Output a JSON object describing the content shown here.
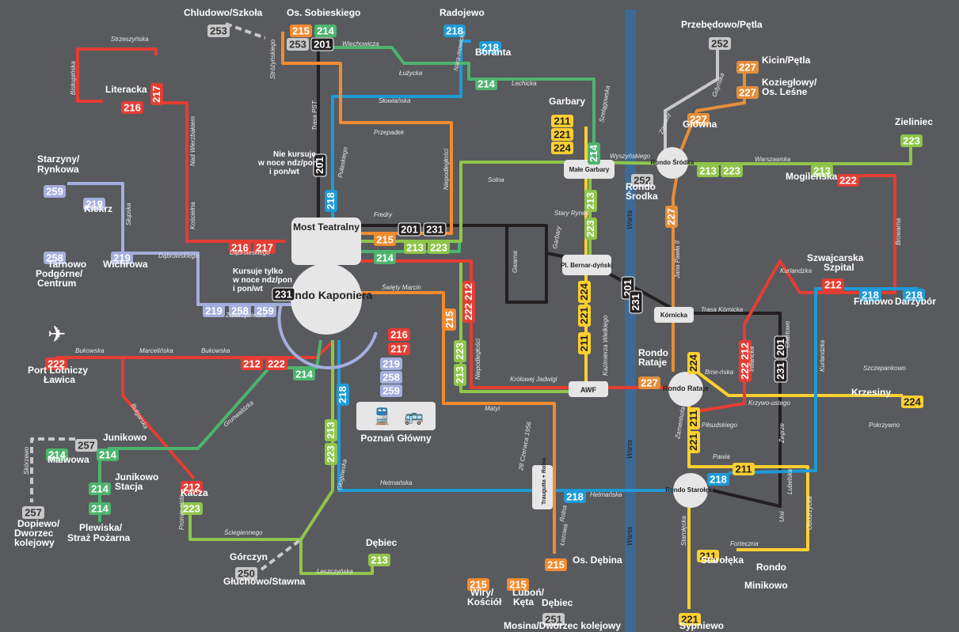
{
  "colors": {
    "bg": "#585a5e",
    "c201": "#231f20",
    "c211": "#ffd02f",
    "c212": "#e53d33",
    "c213": "#8fc54a",
    "c214": "#4db46e",
    "c215": "#f28b30",
    "c216": "#e53d33",
    "c218": "#1f9ad6",
    "c219": "#a4aede",
    "c223": "#8fc54a",
    "c224": "#ffd02f",
    "c227": "#e58e3a",
    "c250": "#c8c8c8",
    "c231": "#231f20",
    "river": "#3d6a95"
  },
  "rivers": [
    "Warta",
    "Warta",
    "Warta"
  ],
  "hubs": {
    "rondo_kaponiera": "Rondo Kaponiera",
    "most_teatralny": "Most Teatralny",
    "rondo_srodka": "Rondo Śródka",
    "rondo_rataje": "Rondo Rataje",
    "rondo_staroleka": "Rondo Starołęka",
    "male_garbary": "Małe Garbary",
    "pl_bernardynski": "Pl. Bernar-dyński",
    "kornicka": "Kórnicka",
    "awf": "AWF",
    "traugutta": "Traugutta + Rolna",
    "poznan_glowny": "Poznań Główny"
  },
  "places": {
    "chludowo": "Chludowo/Szkoła",
    "os_sobieskiego": "Os. Sobieskiego",
    "radojewo": "Radojewo",
    "boranta": "Boranta",
    "przebedowo": "Przebędowo/Pętla",
    "kicin": "Kicin/Pętla",
    "koziegłowy": "Koziegłowy/",
    "os_lesne": "Os. Leśne",
    "glowna": "Główna",
    "garbary": "Garbary",
    "zieliniec": "Zieliniec",
    "mogilenska": "Mogileńska",
    "literacka": "Literacka",
    "starzyny": "Starzyny/",
    "rynkowa": "Rynkowa",
    "kiekrz": "Kiekrz",
    "tarnowo1": "Tarnowo",
    "tarnowo2": "Podgórne/",
    "tarnowo3": "Centrum",
    "wichrowa": "Wichrowa",
    "rondo_srodka_place1": "Rondo",
    "rondo_srodka_place2": "Środka",
    "szpital1": "Szwajcarska",
    "szpital2": "Szpital",
    "franowo": "Franowo",
    "darzybor": "Darzybór",
    "port1": "Port Lotniczy",
    "port2": "Ławica",
    "junikowo": "Junikowo",
    "malwowa": "Malwowa",
    "junikowo_stacja1": "Junikowo",
    "junikowo_stacja2": "Stacja",
    "plewiska1": "Plewiska/",
    "plewiska2": "Straż Pożarna",
    "dopiewo1": "Dopiewo/",
    "dopiewo2": "Dworzec",
    "dopiewo3": "kolejowy",
    "kacza": "Kacza",
    "rondo_rataje_place1": "Rondo",
    "rondo_rataje_place2": "Rataje",
    "krzesiny": "Krzesiny",
    "gorczyn": "Górczyn",
    "gluchowo": "Głuchowo/Stawna",
    "debiec_g": "Dębiec",
    "os_debina": "Os. Dębina",
    "wiry1": "Wiry/",
    "wiry2": "Kościół",
    "lubon1": "Luboń/",
    "lubon2": "Kęta",
    "debiec": "Dębiec",
    "mosina": "Mosina/Dworzec kolejowy",
    "staroleka": "Starołęka",
    "sypniewo": "Sypniewo",
    "rondo_minikowo": "Rondo",
    "minikowo": "Minikowo"
  },
  "notes": {
    "kursuje1": "Kursuje tylko",
    "kursuje2": "w noce ndz/pon",
    "kursuje3": "i pon/wt",
    "nie1": "Nie kursuje",
    "nie2": "w noce ndz/pon",
    "nie3": "i pon/wt"
  },
  "streets": {
    "strzeszynska": "Strzeszyńska",
    "biskupinska": "Biskupińska",
    "nad_wierzbakiem": "Nad Wierzbakiem",
    "koscielna": "Kościelna",
    "slupska": "Słupska",
    "dabrowskiego1": "Dąbrowskiego",
    "dabrowskiego2": "Dąbrowskiego",
    "zwierzyniecka": "Zwierzyniecka",
    "bukowska1": "Bukowska",
    "marcelinska": "Marcelińska",
    "bukowska2": "Bukowska",
    "bulgarska": "Bułgarska",
    "grunwaldzka": "Grunwaldzka",
    "skorzewo": "Skórzewo",
    "promienista": "Promie-nista",
    "sciegiennego": "Ściegiennego",
    "leszczynska": "Leszczyńska",
    "glogowska": "Głogowska",
    "hetmanska1": "Hetmańska",
    "hetmanska2": "Hetmańska",
    "matyi": "Matyi",
    "czerwca": "28 Czerwca 1956",
    "rolna": "Rolna",
    "lozowa": "Łozowa",
    "trasa_pst": "Trasa PST",
    "pulaskiego": "Pułaskiego",
    "strozynskiego": "Stróżyńskiego",
    "wiechowicza": "Wiechowicza",
    "lutycka": "Łużycka",
    "naramowicka": "Nara-mowicka",
    "lechicka": "Lechicka",
    "slowianska": "Słowiańska",
    "przepadek": "Przepadek",
    "solna": "Solna",
    "niepodleglosci1": "Niepodległości",
    "niepodleglosci2": "Niepodległości",
    "fredry": "Fredry",
    "stary_rynek": "Stary Rynek",
    "garbary_s": "Garbary",
    "gwarna": "Gwarna",
    "swiety_marcin": "Święty Marcin",
    "krolowej_jadwigi": "Królowej Jadwigi",
    "kazimierza": "Kazimierza Wielkiego",
    "szelagowska": "Szelągowska",
    "wyszynskiego": "Wyszyńskiego",
    "warszawska": "Warszawska",
    "gdynska": "Gdyńska",
    "zawady": "Zawady",
    "jana_pawla": "Jana Pawła II",
    "browarna": "Browarna",
    "kurlandzka1": "Kurlandzka",
    "kurlandzka2": "Kurlandzka",
    "trasa_kornicka": "Trasa Kórnicka",
    "chartowo": "Chartowo",
    "inflancka": "Inflancka",
    "bmenska": "Bme-ńska",
    "krzywoustego": "Krzywo-ustego",
    "piłsudskiego": "Piłsudskiego",
    "zamenhofa": "Zamenhofa",
    "pawia": "Pawia",
    "zegrze": "Żegrze",
    "unii": "Unii",
    "lubelska": "Lubelska",
    "obodrzycka": "Obodrzycka",
    "forteczna": "Forteczna",
    "starolecka": "Starołęcka",
    "szczepankowo": "Szczepankowo",
    "pokrzywno": "Pokrzywno"
  },
  "badges": {
    "b253a": "253",
    "b215a": "215",
    "b214a": "214",
    "b253b": "253",
    "b201a": "201",
    "b218a": "218",
    "b218b": "218",
    "b252a": "252",
    "b227a": "227",
    "b227b": "227",
    "b227c": "227",
    "b217top": "217",
    "b216lit": "216",
    "b211g": "211",
    "b221g": "221",
    "b224g": "224",
    "b214g": "214",
    "b214luz": "214",
    "b223z": "223",
    "b213a": "213",
    "b223a": "223",
    "b213b": "213",
    "b222m": "222",
    "b259a": "259",
    "b219a": "219",
    "b258a": "258",
    "b219b": "219",
    "b252b": "252",
    "b227d": "227",
    "b216t": "216",
    "b217t": "217",
    "b201t": "201",
    "b231t": "231",
    "b215t": "215",
    "b213t": "213",
    "b223t": "223",
    "b214t": "214",
    "b201n": "201",
    "b218v": "218",
    "b231k": "231",
    "b219k": "219",
    "b258k": "258",
    "b259k": "259",
    "b213v": "213",
    "b223v": "223",
    "b212v": "212",
    "b222v": "222",
    "b215v": "215",
    "b213w": "213",
    "b223w": "223",
    "b216p": "216",
    "b217p": "217",
    "b219p": "219",
    "b258p": "258",
    "b259p": "259",
    "b211v": "211",
    "b221v": "221",
    "b224v": "224",
    "b201d": "201",
    "b231d": "231",
    "b212sz": "212",
    "b218f": "218",
    "b218d": "218",
    "b222pl": "222",
    "b212b": "212",
    "b222b": "222",
    "b214b": "214",
    "b218gl": "218",
    "b213gl": "213",
    "b223gl": "223",
    "b257a": "257",
    "b214j": "214",
    "b214m": "214",
    "b214s": "214",
    "b214pl": "214",
    "b257b": "257",
    "b212k": "212",
    "b223k": "223",
    "b250": "250",
    "b213d": "213",
    "b227r": "227",
    "b224r": "224",
    "b212i": "212",
    "b222i": "222",
    "b201c": "201",
    "b231c": "231",
    "b224k": "224",
    "b211r": "211",
    "b221r": "221",
    "b211p": "211",
    "b218h": "218",
    "b218s": "218",
    "b211f": "211",
    "b221s": "221",
    "b215d": "215",
    "b215w": "215",
    "b215l": "215",
    "b251": "251"
  }
}
